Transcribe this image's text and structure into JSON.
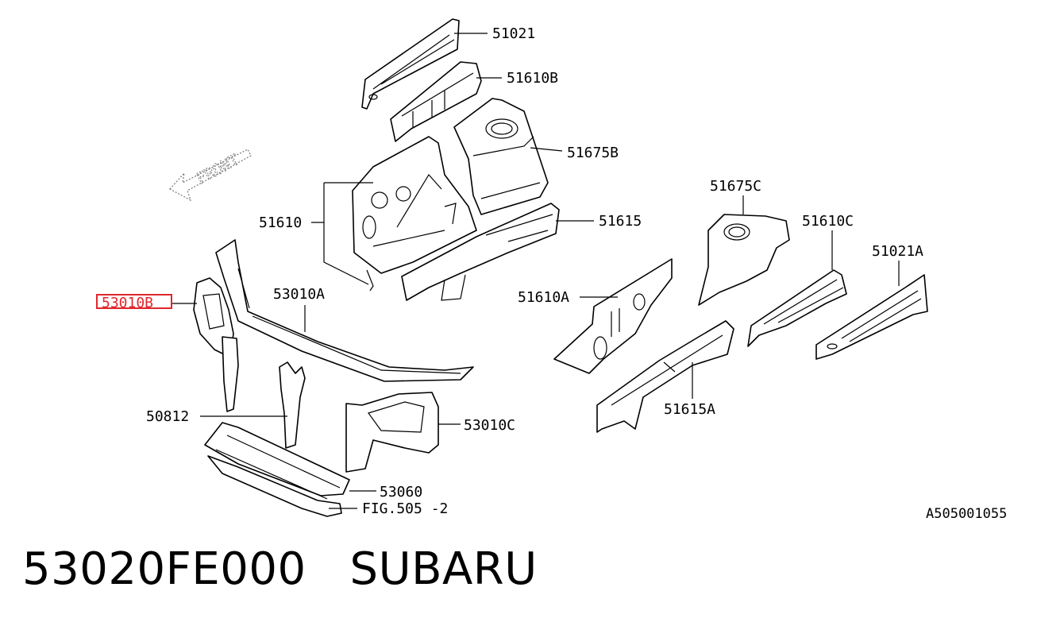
{
  "diagram": {
    "callouts": {
      "p51021": "51021",
      "p51610B": "51610B",
      "p51675B": "51675B",
      "p51610": "51610",
      "p51615": "51615",
      "p51675C": "51675C",
      "p51610C": "51610C",
      "p51021A": "51021A",
      "p51610A": "51610A",
      "p53010A": "53010A",
      "p53010B": "53010B",
      "p51615A": "51615A",
      "p50812": "50812",
      "p53010C": "53010C",
      "p53060": "53060",
      "fig": "FIG.505 -2"
    },
    "front_label": "FRONT",
    "illustration_code": "A505001055",
    "highlighted_part": "53010B",
    "highlight_color": "#e0272c"
  },
  "caption": {
    "part_number": "53020FE000",
    "brand": "SUBARU",
    "text": "53020FE000   SUBARU"
  }
}
